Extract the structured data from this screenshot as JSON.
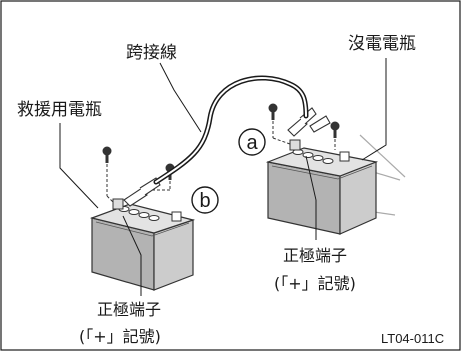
{
  "labels": {
    "dead_battery": "沒電電瓶",
    "jumper_cable": "跨接線",
    "booster_battery": "救援用電瓶",
    "positive_terminal_right": "正極端子",
    "positive_mark_right": "(「+」記號)",
    "positive_terminal_left": "正極端子",
    "positive_mark_left": "(「+」記號)"
  },
  "markers": {
    "a": "a",
    "b": "b"
  },
  "figure_code": "LT04-011C"
}
